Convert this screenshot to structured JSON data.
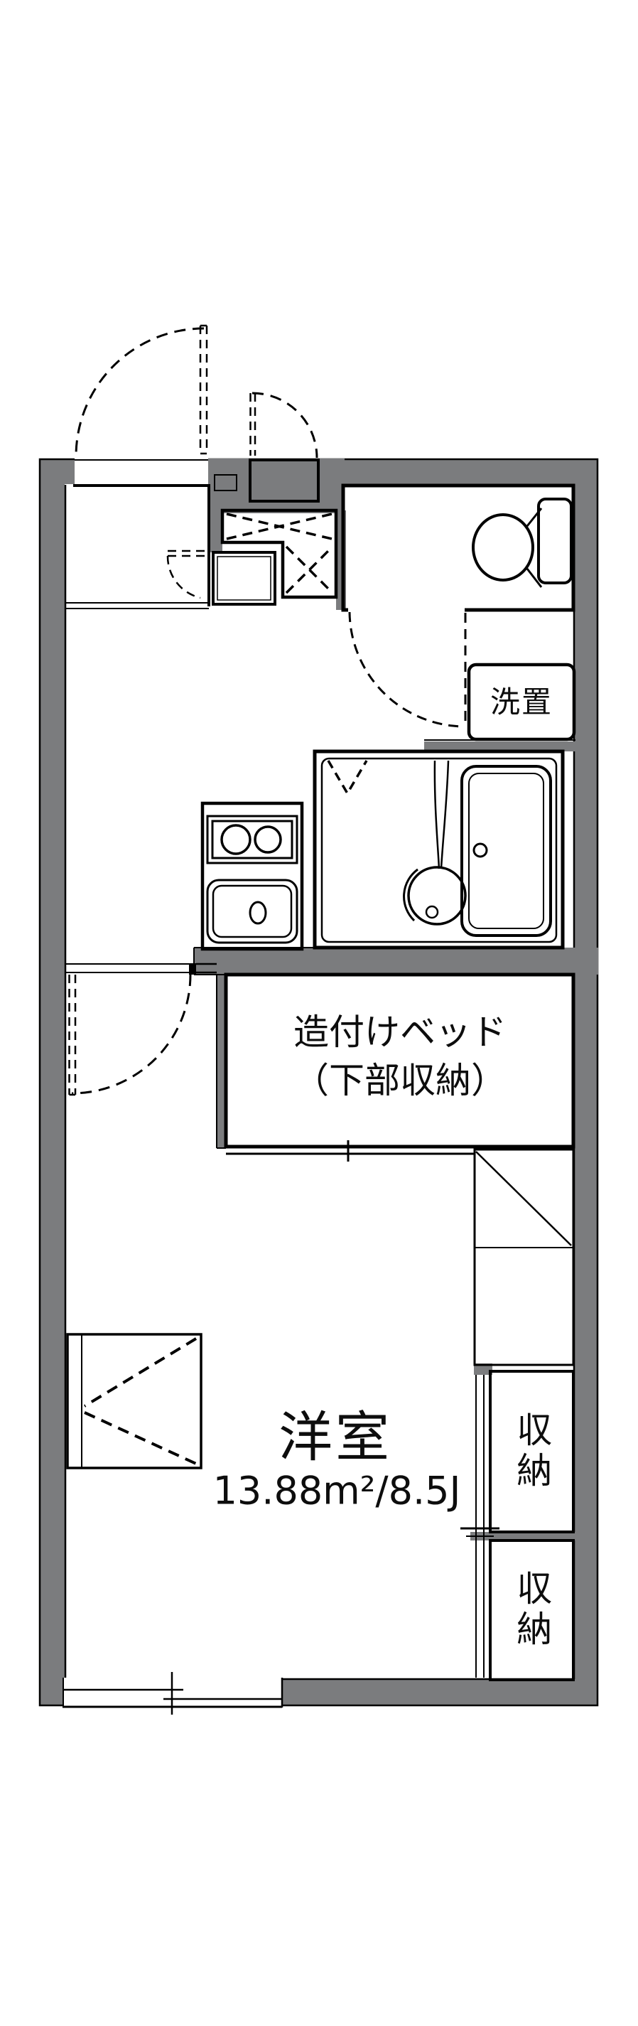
{
  "plan": {
    "labels": {
      "washer_space": "洗置",
      "bed_line1": "造付けベッド",
      "bed_line2": "（下部収納）",
      "room_name": "洋室",
      "room_size": "13.88m²/8.5J",
      "storage_top": "収納",
      "storage_bottom": "収納"
    },
    "colors": {
      "wall_gray": "#7b7c7e",
      "fixture_blue": "#e6edfb",
      "storage_cream": "#fdf4de",
      "line_black": "#000000",
      "background": "#ffffff"
    }
  }
}
